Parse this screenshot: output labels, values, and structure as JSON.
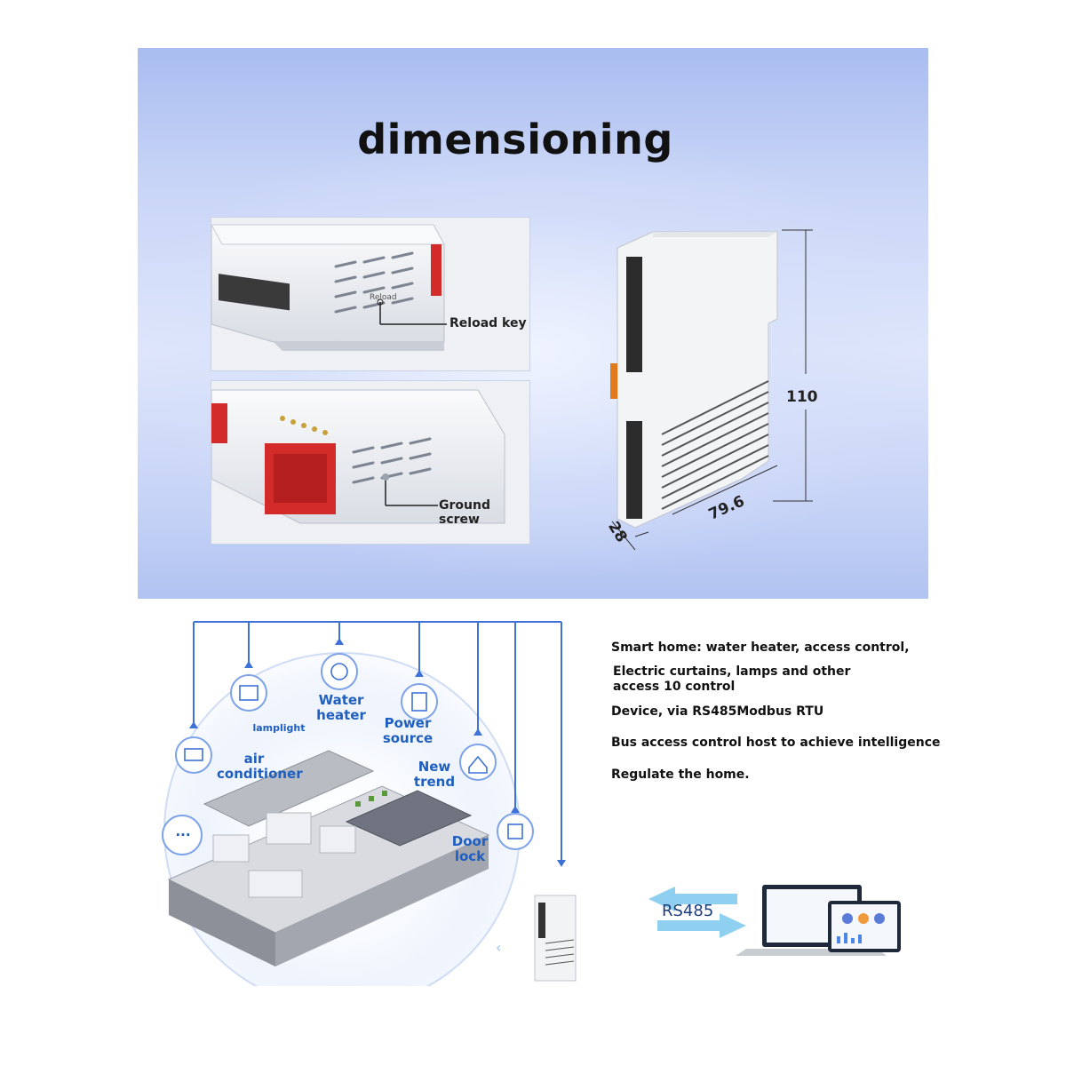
{
  "title": "dimensioning",
  "callouts": {
    "reload_key": "Reload key",
    "ground_screw": "Ground screw",
    "reload_stamp": "Reload"
  },
  "dimensions": {
    "height": "110",
    "depth": "79.6",
    "width": "28"
  },
  "devices": {
    "lamplight": "lamplight",
    "water_heater": "Water heater",
    "power_source": "Power source",
    "air_conditioner": "air conditioner",
    "new_trend": "New trend",
    "door_lock": "Door lock",
    "more": "..."
  },
  "description": [
    "Smart home: water heater, access control,",
    "Electric curtains, lamps and other access 10 control",
    "Device, via RS485Modbus RTU",
    "Bus access control host to achieve intelligence",
    "Regulate the home."
  ],
  "bus_label": "RS485",
  "colors": {
    "accent_blue": "#1f5fbf",
    "line_blue": "#3f72d6",
    "panel_blue": "#c9d5f7",
    "module_red": "#d32a2a"
  }
}
